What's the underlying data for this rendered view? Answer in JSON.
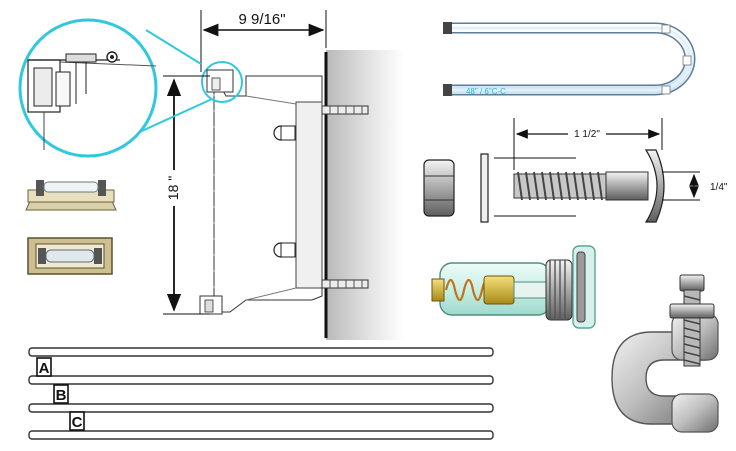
{
  "dimensions": {
    "depth": "9 9/16\"",
    "height": "18 \"",
    "bolt_length": "1 1/2\"",
    "bolt_diameter": "1/4\""
  },
  "lamp_tube": {
    "label": "48\" / 6\"C-C"
  },
  "strip_labels": [
    "A",
    "B",
    "C"
  ]
}
